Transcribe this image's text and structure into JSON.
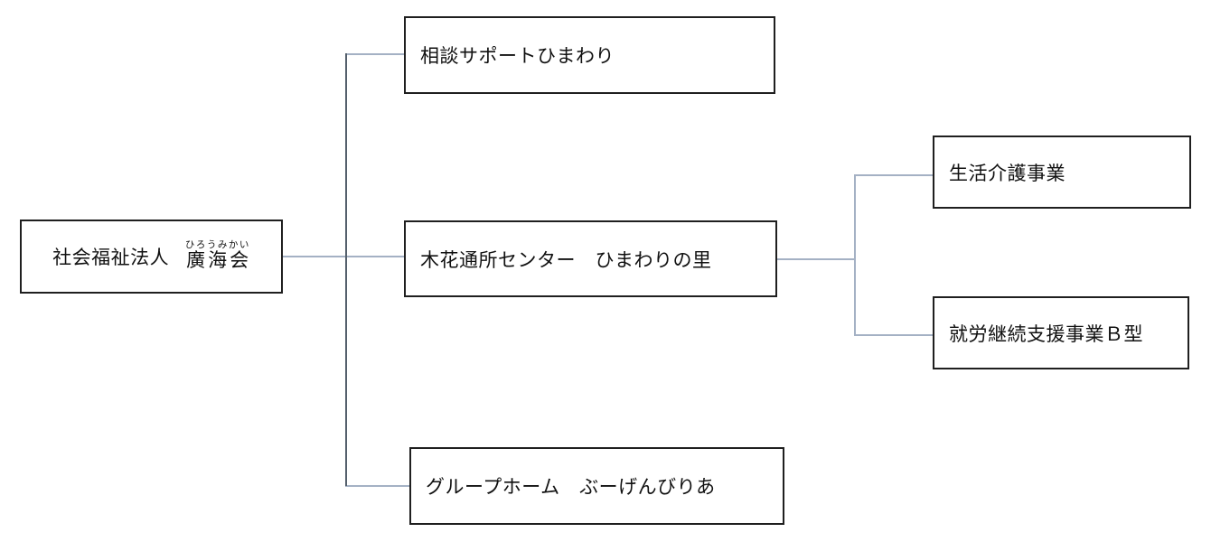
{
  "chart": {
    "type": "org-chart",
    "root": {
      "prefix": "社会福祉法人",
      "name": "廣海会",
      "furigana": "ひろうみかい"
    },
    "level1": [
      {
        "id": "soudan",
        "label": "相談サポートひまわり"
      },
      {
        "id": "kibana",
        "label": "木花通所センター　ひまわりの里",
        "children": [
          {
            "id": "seikatsu",
            "label": "生活介護事業"
          },
          {
            "id": "shurou",
            "label": "就労継続支援事業Ｂ型"
          }
        ]
      },
      {
        "id": "grouphome",
        "label": "グループホーム　ぶーげんびりあ"
      }
    ],
    "colors": {
      "connector": "#a4b1c4",
      "trunk": "#55606c",
      "box_border": "#1f1f1f",
      "text": "#111111",
      "background": "#ffffff"
    }
  }
}
